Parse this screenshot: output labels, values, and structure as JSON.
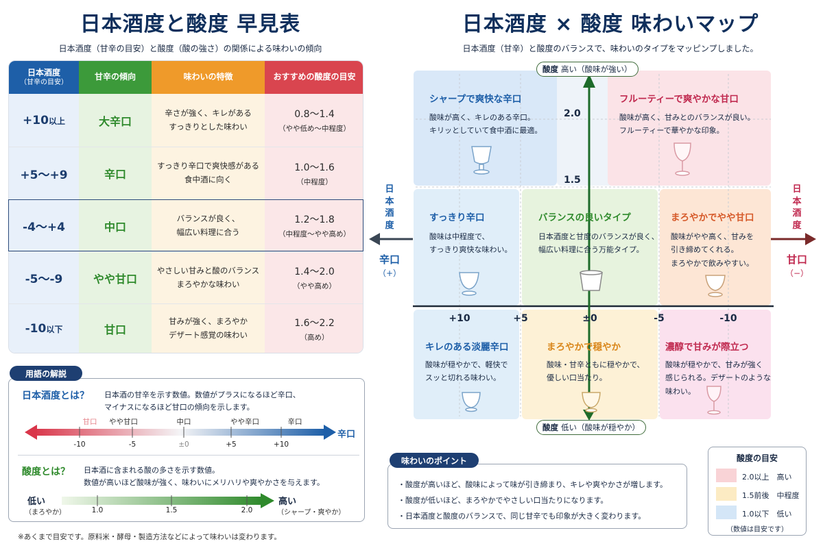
{
  "left": {
    "title": "日本酒度と酸度 早見表",
    "subtitle": "日本酒度（甘辛の目安）と酸度（酸の強さ）の関係による味わいの傾向",
    "headers": {
      "col1": "日本酒度",
      "col1_sub": "（甘辛の目安）",
      "col2": "甘辛の傾向",
      "col3": "味わいの特徴",
      "col4": "おすすめの酸度の目安"
    },
    "rows": [
      {
        "degree": "+10",
        "unit": "以上",
        "taste": "大辛口",
        "feature1": "辛さが強く、キレがある",
        "feature2": "すっきりとした味わい",
        "acidity": "0.8～1.4",
        "acidity_note": "（やや低め～中程度）"
      },
      {
        "degree": "+5～+9",
        "unit": "",
        "taste": "辛口",
        "feature1": "すっきり辛口で爽快感がある",
        "feature2": "食中酒に向く",
        "acidity": "1.0～1.6",
        "acidity_note": "（中程度）"
      },
      {
        "degree": "-4～+4",
        "unit": "",
        "taste": "中口",
        "feature1": "バランスが良く、",
        "feature2": "幅広い料理に合う",
        "acidity": "1.2～1.8",
        "acidity_note": "（中程度～やや高め）"
      },
      {
        "degree": "-5～-9",
        "unit": "",
        "taste": "やや甘口",
        "feature1": "やさしい甘みと酸のバランス",
        "feature2": "まろやかな味わい",
        "acidity": "1.4～2.0",
        "acidity_note": "（やや高め）"
      },
      {
        "degree": "-10",
        "unit": "以下",
        "taste": "甘口",
        "feature1": "甘みが強く、まろやか",
        "feature2": "デザート感覚の味わい",
        "acidity": "1.6～2.2",
        "acidity_note": "（高め）"
      }
    ],
    "glossary": {
      "tag": "用語の解説",
      "nd_label": "日本酒度とは？",
      "nd_desc1": "日本酒の甘辛を示す数値。数値がプラスになるほど辛口、",
      "nd_desc2": "マイナスになるほど甘口の傾向を示します。",
      "nd_top_labels": [
        "甘口",
        "やや甘口",
        "中口",
        "やや辛口",
        "辛口"
      ],
      "nd_ticks": [
        "-10",
        "-5",
        "±0",
        "+5",
        "+10"
      ],
      "nd_arrow_end": "辛口",
      "ac_label": "酸度とは？",
      "ac_desc1": "日本酒に含まれる酸の多さを示す数値。",
      "ac_desc2": "数値が高いほど酸味が強く、味わいにメリハリや爽やかさを与えます。",
      "ac_low": "低い",
      "ac_low_sub": "（まろやか）",
      "ac_high": "高い",
      "ac_high_sub": "（シャープ・爽やか）",
      "ac_ticks": [
        "1.0",
        "1.5",
        "2.0"
      ]
    },
    "footnote": "※あくまで目安です。原料米・酵母・製造方法などによって味わいは変わります。"
  },
  "right": {
    "title": "日本酒度 × 酸度 味わいマップ",
    "subtitle": "日本酒度（甘辛）と酸度のバランスで、味わいのタイプをマッピンプしました。",
    "top_axis_label": "酸度",
    "top_axis_text": "高い（酸味が強い）",
    "bottom_axis_label": "酸度",
    "bottom_axis_text": "低い（酸味が穏やか）",
    "left_vert": [
      "日",
      "本",
      "酒",
      "度"
    ],
    "left_big": "辛口",
    "left_small": "（+）",
    "right_vert": [
      "日",
      "本",
      "酒",
      "度"
    ],
    "right_big": "甘口",
    "right_small": "（−）",
    "x_ticks": [
      "+10",
      "+5",
      "±0",
      "-5",
      "-10"
    ],
    "y_ticks": [
      "2.0",
      "1.5"
    ],
    "quadrants": [
      {
        "title": "シャープで爽快な辛口",
        "desc1": "酸味が高く、キレのある辛口。",
        "desc2": "キリッとしていて食中酒に最適。",
        "desc3": ""
      },
      {
        "title": "フルーティーで爽やかな甘口",
        "desc1": "酸味が高く、甘みとのバランスが良い。",
        "desc2": "フルーティーで華やかな印象。",
        "desc3": ""
      },
      {
        "title": "すっきり辛口",
        "desc1": "酸味は中程度で、",
        "desc2": "すっきり爽快な味わい。",
        "desc3": ""
      },
      {
        "title": "バランスの良いタイプ",
        "desc1": "日本酒度と甘度のバランスが良く、",
        "desc2": "幅広い料理に合う万能タイプ。",
        "desc3": ""
      },
      {
        "title": "まろやかでやや甘口",
        "desc1": "酸味がやや高く、甘みを",
        "desc2": "引き締めてくれる。",
        "desc3": "まろやかで飲みやすい。"
      },
      {
        "title": "キレのある淡麗辛口",
        "desc1": "酸味が穏やかで、軽快で",
        "desc2": "スッと切れる味わい。",
        "desc3": ""
      },
      {
        "title": "まろやかで穏やか",
        "desc1": "酸味・甘辛ともに穏やかで、",
        "desc2": "優しい口当たり。",
        "desc3": ""
      },
      {
        "title": "濃醇で甘みが際立つ",
        "desc1": "酸味が穏やかで、甘みが強く",
        "desc2": "感じられる。デザートのような",
        "desc3": "味わい。"
      }
    ],
    "points": {
      "tag": "味わいのポイント",
      "items": [
        "・酸度が高いほど、酸味によって味が引き締まり、キレや爽やかさが増します。",
        "・酸度が低いほど、まろやかでやさしい口当たりになります。",
        "・日本酒度と酸度のバランスで、同じ甘辛でも印象が大きく変わります。"
      ]
    },
    "legend": {
      "title": "酸度の目安",
      "items": [
        {
          "label": "2.0以上　高い",
          "color": "#f9d3d6"
        },
        {
          "label": "1.5前後　中程度",
          "color": "#fcebc3"
        },
        {
          "label": "1.0以下　低い",
          "color": "#d4e6f7"
        }
      ],
      "note": "（数値は目安です）"
    }
  },
  "colors": {
    "navy": "#1e3f72",
    "blue": "#1e5fa8",
    "green": "#2f8a2c",
    "orange": "#ef9a2a",
    "red": "#d9454f",
    "crimson": "#c0294f",
    "darkred": "#8a2a2a"
  }
}
